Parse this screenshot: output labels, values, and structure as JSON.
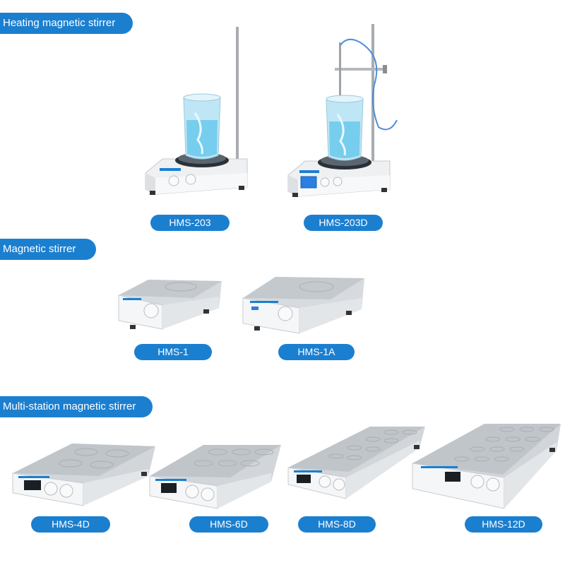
{
  "sections": [
    {
      "title": "Heating magnetic stirrer",
      "products": [
        {
          "model": "HMS-203",
          "type": "hotplate-knobs"
        },
        {
          "model": "HMS-203D",
          "type": "hotplate-lcd-probe"
        }
      ]
    },
    {
      "title": "Magnetic stirrer",
      "products": [
        {
          "model": "HMS-1",
          "type": "single-knob"
        },
        {
          "model": "HMS-1A",
          "type": "single-knob-lcd"
        }
      ]
    },
    {
      "title": "Multi-station magnetic stirrer",
      "products": [
        {
          "model": "HMS-4D",
          "type": "multi-station"
        },
        {
          "model": "HMS-6D",
          "type": "multi-station"
        },
        {
          "model": "HMS-8D",
          "type": "multi-station"
        },
        {
          "model": "HMS-12D",
          "type": "multi-station"
        }
      ]
    }
  ],
  "colors": {
    "accent": "#1b7fd0",
    "text_on_accent": "#ffffff",
    "display": "#2a7fe0",
    "steel": "#c9cdd2"
  },
  "icons": [
    "beaker-icon",
    "knob-icon",
    "lcd-display-icon",
    "stirring-vortex-icon"
  ]
}
